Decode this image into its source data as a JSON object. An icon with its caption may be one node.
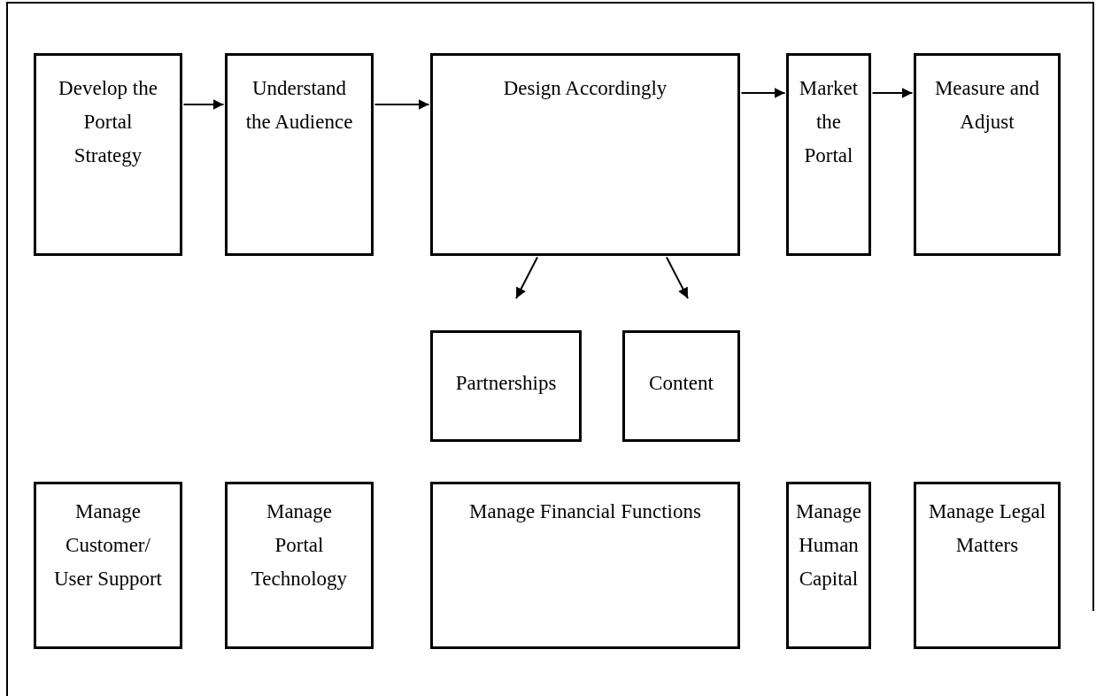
{
  "diagram": {
    "nodes": [
      {
        "text": [
          "Develop the Portal Strategy"
        ]
      },
      {
        "text": [
          "Understand the Audience"
        ]
      },
      {
        "text": [
          "Design Accordingly"
        ]
      },
      {
        "text": [
          "Market the Portal"
        ]
      },
      {
        "text": [
          "Measure and Adjust"
        ]
      },
      {
        "text": [
          "Partnerships"
        ]
      },
      {
        "text": [
          "Content"
        ]
      },
      {
        "text": [
          "Manage Customer/ User Support"
        ]
      },
      {
        "text": [
          "Manage Portal Technology"
        ]
      },
      {
        "text": [
          "Manage Financial Functions"
        ]
      },
      {
        "text": [
          "Manage Human Capital"
        ]
      },
      {
        "text": [
          "Manage Legal Matters"
        ]
      }
    ],
    "edges": [
      {
        "from": 0,
        "to": 1,
        "arrow": "to"
      },
      {
        "from": 1,
        "to": 2,
        "arrow": "to"
      },
      {
        "from": 2,
        "to": 3,
        "arrow": "to"
      },
      {
        "from": 3,
        "to": 4,
        "arrow": "to"
      },
      {
        "from": 2,
        "to": 5,
        "arrow": "to"
      },
      {
        "from": 2,
        "to": 6,
        "arrow": "to"
      }
    ]
  }
}
